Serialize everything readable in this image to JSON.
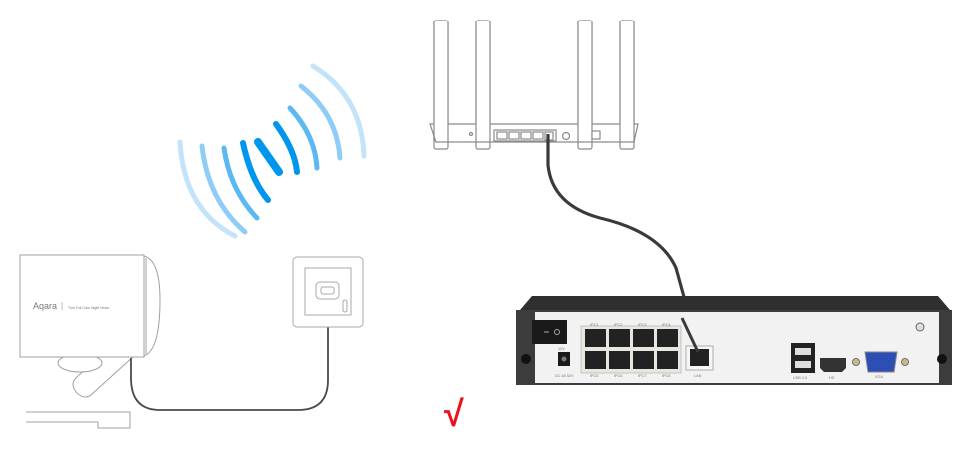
{
  "diagram": {
    "title": "Camera to NVR connection via router",
    "camera": {
      "brand": "Aqara",
      "tagline": "True Full Color Night Vision"
    },
    "router": {
      "lan_port_count": 4
    },
    "nvr": {
      "ports_top": [
        "IPC1",
        "IPC2",
        "IPC3",
        "IPC4"
      ],
      "ports_bottom": [
        "IPC5",
        "IPC6",
        "IPC7",
        "IPC8"
      ],
      "power_label": "12V",
      "power_spec": "DC 48 52V",
      "lan_label": "LAN",
      "usb_label": "USB 2.0",
      "hd_label": "HD",
      "vga_label": "VGA"
    },
    "status": {
      "symbol": "√",
      "meaning": "correct",
      "color": "#e8141f"
    },
    "colors": {
      "wifi_strong": "#0096ee",
      "wifi_mid": "#5ab8f2",
      "wifi_light": "#c3e3fa",
      "cable": "#3a3a3a",
      "nvr_body": "#3c3c3c",
      "nvr_panel": "#f2f2f2",
      "vga_blue": "#2d4fb4"
    }
  }
}
